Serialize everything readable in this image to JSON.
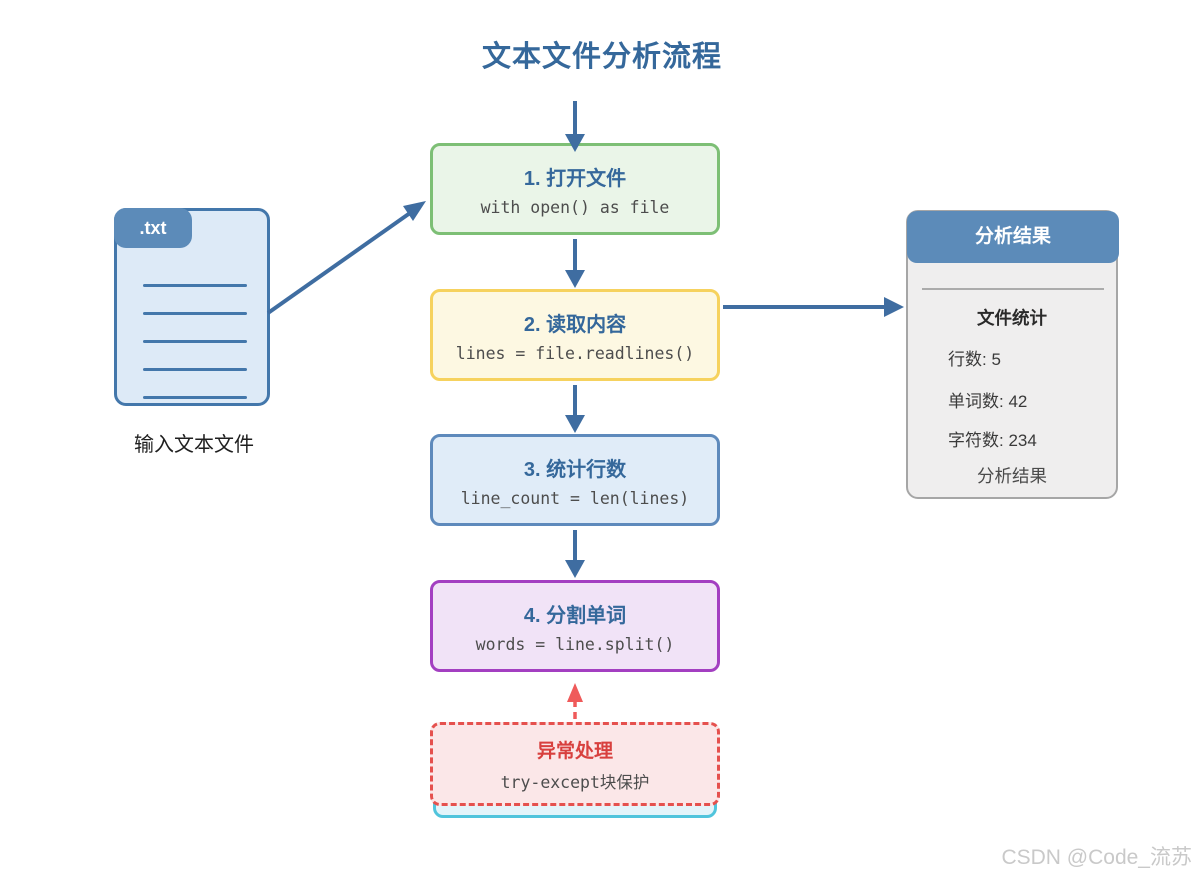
{
  "title": "文本文件分析流程",
  "palette": {
    "accent_blue": "#35689b",
    "arrow_blue": "#3f6da1",
    "step1_green_border": "#7dbf75",
    "step1_green_bg": "#eaf5e8",
    "step2_yellow_border": "#f6d25e",
    "step2_yellow_bg": "#fdf8e2",
    "step3_blue_border": "#5e8abc",
    "step3_blue_bg": "#e0ecf8",
    "step4_purple_border": "#a33fc1",
    "step4_purple_bg": "#f1e3f7",
    "exception_red_border": "#e5514e",
    "exception_red_bg": "#fbe7e8",
    "shadow_cyan_border": "#50c4dc",
    "doc_blue_border": "#4377ab",
    "doc_blue_bg": "#ddeaf7",
    "header_blue": "#5c8bb9",
    "panel_bg": "#efeeee"
  },
  "input_document": {
    "badge": ".txt",
    "label": "输入文本文件"
  },
  "steps": [
    {
      "title": "1. 打开文件",
      "code": "with open() as file"
    },
    {
      "title": "2. 读取内容",
      "code": "lines = file.readlines()"
    },
    {
      "title": "3. 统计行数",
      "code": "line_count = len(lines)"
    },
    {
      "title": "4. 分割单词",
      "code": "words = line.split()"
    }
  ],
  "exception": {
    "title": "异常处理",
    "code": "try-except块保护"
  },
  "results_panel": {
    "header": "分析结果",
    "section_title": "文件统计",
    "stats": [
      "行数: 5",
      "单词数: 42",
      "字符数: 234"
    ],
    "footer": "分析结果"
  },
  "watermark": "CSDN @Code_流苏"
}
